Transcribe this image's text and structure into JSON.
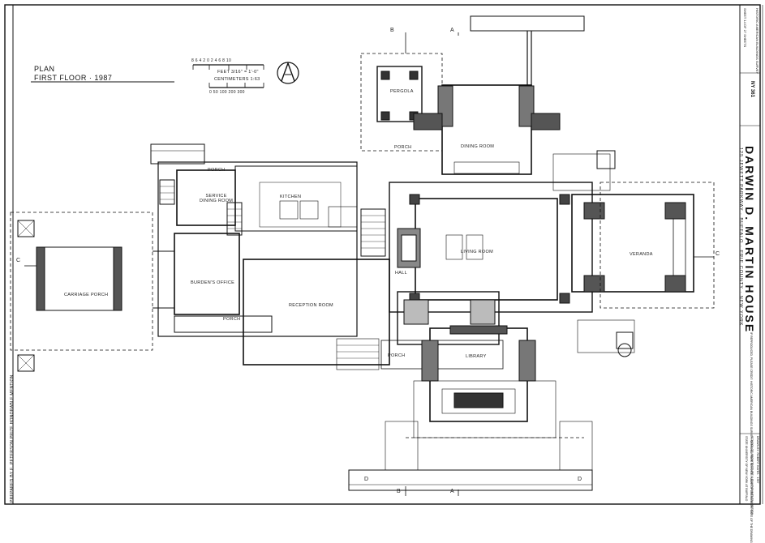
{
  "plan": {
    "title": "PLAN",
    "subtitle": "FIRST FLOOR · 1987"
  },
  "scale": {
    "feet_ticks": "8 6 4 2 0  2   4   6   8  10",
    "feet_label": "FEET  3/16\" = 1'-0\"",
    "cm_label": "CENTIMETERS  1:63",
    "cm_ticks": "0  50 100   200   300"
  },
  "sections": {
    "b_top": "B",
    "a_top": "A",
    "b_bottom": "B",
    "a_bottom": "A",
    "c_left": "C",
    "c_right": "C",
    "d_left": "D",
    "d_right": "D"
  },
  "rooms": {
    "pergola": "PERGOLA",
    "porch_top": "PORCH",
    "dining_room": "DINING ROOM",
    "porch_left": "PORCH",
    "service_dining": "SERVICE\nDINING ROOM",
    "kitchen": "KITCHEN",
    "living_room": "LIVING ROOM",
    "veranda": "VERANDA",
    "hall": "HALL",
    "burdens_office": "BURDEN'S OFFICE",
    "reception_room": "RECEPTION ROOM",
    "carriage_porch": "CARRIAGE PORCH",
    "porch_bottom_left": "PORCH",
    "porch_bottom_mid": "PORCH",
    "library": "LIBRARY"
  },
  "title_block": {
    "house_name": "DARWIN D. MARTIN HOUSE",
    "address": "125 JEWETT PARKWAY · BUFFALO · ERIE COUNTY · NEW YORK",
    "credit": "IF REPRODUCED, PLEASE CREDIT: HISTORIC AMERICAN BUILDINGS SURVEY, NATIONAL PARK SERVICE, NAME OF DELINEATOR, DATE OF THE DRAWING",
    "drawn_by": "DRAWN BY: ROBERT HAYES · 1987",
    "school": "SCHOOL OF ARCHITECTURE & ENVIRONMENTAL DESIGN",
    "university": "STATE UNIVERSITY OF NEW YORK AT BUFFALO",
    "agency": "HISTORIC AMERICAN BUILDINGS SURVEY",
    "sheet": "SHEET 14 OF 27 SHEETS",
    "survey_no": "NY 361",
    "left_margin": "PREPARED BY E. PETERSON PRIZE HONORABLE MENTION"
  }
}
